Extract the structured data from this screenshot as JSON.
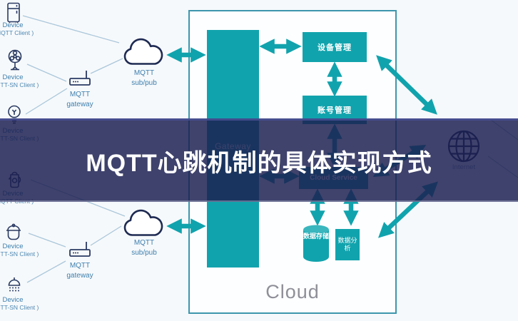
{
  "banner": {
    "title": "MQTT心跳机制的具体实现方式"
  },
  "left": {
    "devices": [
      {
        "icon": "fridge-icon",
        "line1": "Device",
        "line2": "( MQTT Client )"
      },
      {
        "icon": "fan-icon",
        "line1": "Device",
        "line2": "( MQTT-SN Client )"
      },
      {
        "icon": "bulb-icon",
        "line1": "Device",
        "line2": "( MQTT-SN Client )"
      },
      {
        "icon": "kettle-icon",
        "line1": "Device",
        "line2": "( MQTT Client )"
      },
      {
        "icon": "pot-icon",
        "line1": "Device",
        "line2": "( MQTT-SN Client )"
      },
      {
        "icon": "shower-icon",
        "line1": "Device",
        "line2": "( MQTT-SN Client )"
      }
    ],
    "gateway_top": {
      "line1": "MQTT",
      "line2": "gateway"
    },
    "gateway_bottom": {
      "line1": "MQTT",
      "line2": "gateway"
    },
    "cloud_top": {
      "line1": "MQTT",
      "line2": "sub/pub"
    },
    "cloud_bottom": {
      "line1": "MQTT",
      "line2": "sub/pub"
    }
  },
  "cloud_platform": {
    "gateway_label": "Gateway",
    "device_mgmt": "设备管理",
    "account_mgmt": "账号管理",
    "cloud_service": "Cloud Service",
    "data_storage": "数据存储",
    "data_analysis": "数据分析",
    "caption": "Cloud"
  },
  "internet": {
    "label": "Internet"
  },
  "colors": {
    "teal": "#11a3ad",
    "banner_navy": "#1c1f50",
    "icon_navy": "#2a3a63",
    "label_blue": "#3d7fae",
    "box_border": "#3d96ad",
    "thin_line": "#aac7db",
    "caption_gray": "#8f8f98"
  }
}
